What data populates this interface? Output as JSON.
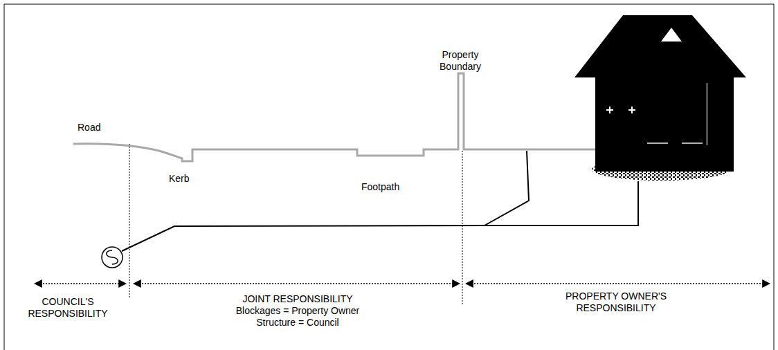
{
  "diagram": {
    "labels": [
      "Road",
      "Kerb",
      "Footpath",
      "Property Boundary",
      "COUNCIL'S RESPONSIBILITY",
      "JOINT RESPONSIBILITY",
      "Blockages = Property Owner",
      "Structure = Council",
      "PROPERTY OWNER'S RESPONSIBILITY"
    ]
  }
}
